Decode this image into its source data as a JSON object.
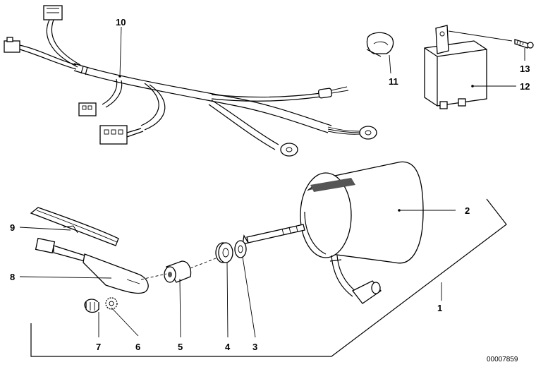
{
  "diagram": {
    "reference_code": "00007859",
    "callouts": [
      {
        "id": "c1",
        "label": "1"
      },
      {
        "id": "c2",
        "label": "2"
      },
      {
        "id": "c3",
        "label": "3"
      },
      {
        "id": "c4",
        "label": "4"
      },
      {
        "id": "c5",
        "label": "5"
      },
      {
        "id": "c6",
        "label": "6"
      },
      {
        "id": "c7",
        "label": "7"
      },
      {
        "id": "c8",
        "label": "8"
      },
      {
        "id": "c9",
        "label": "9"
      },
      {
        "id": "c10",
        "label": "10"
      },
      {
        "id": "c11",
        "label": "11"
      },
      {
        "id": "c12",
        "label": "12"
      },
      {
        "id": "c13",
        "label": "13"
      }
    ]
  }
}
